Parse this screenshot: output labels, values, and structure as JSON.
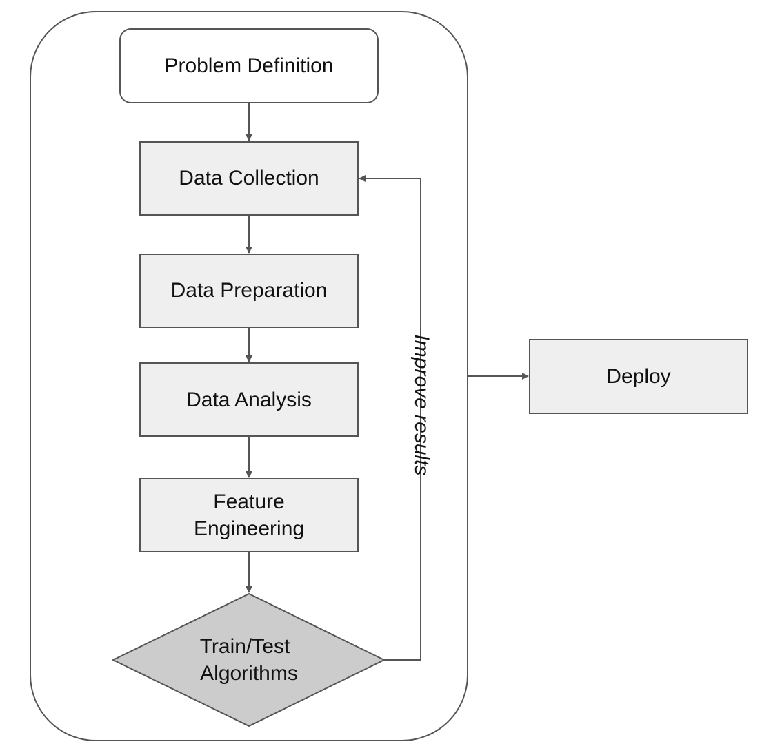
{
  "diagram": {
    "problem_definition": "Problem Definition",
    "data_collection": "Data Collection",
    "data_preparation": "Data Preparation",
    "data_analysis": "Data Analysis",
    "feature_engineering": [
      "Feature",
      "Engineering"
    ],
    "train_test": [
      "Train/Test",
      "Algorithms"
    ],
    "loop_label": "Improve results",
    "deploy": "Deploy"
  },
  "colors": {
    "stroke": "#555555",
    "box_fill": "#efefef",
    "diamond_fill": "#cccccc",
    "container_fill": "#ffffff"
  }
}
